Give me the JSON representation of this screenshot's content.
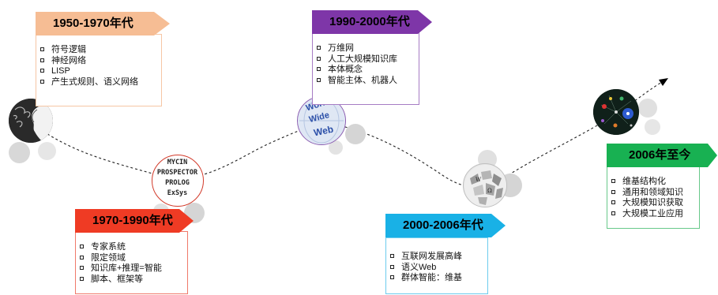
{
  "eras": [
    {
      "heading": "1950-1970年代",
      "color": "#f6bd94",
      "items": [
        "符号逻辑",
        "神经网络",
        "LISP",
        "产生式规则、语义网络"
      ]
    },
    {
      "heading": "1970-1990年代",
      "color": "#ef3b24",
      "items": [
        "专家系统",
        "限定领域",
        "知识库+推理=智能",
        "脚本、框架等"
      ]
    },
    {
      "heading": "1990-2000年代",
      "color": "#7e36a8",
      "items": [
        "万维网",
        "人工大规模知识库",
        "本体概念",
        "智能主体、机器人"
      ]
    },
    {
      "heading": "2000-2006年代",
      "color": "#19b1e6",
      "items": [
        "互联网发展高峰",
        "语义Web",
        "群体智能：维基"
      ]
    },
    {
      "heading": "2006年至今",
      "color": "#18b152",
      "items": [
        "维基结构化",
        "通用和领域知识",
        "大规模知识获取",
        "大规模工业应用"
      ]
    }
  ],
  "nodes": {
    "expert_systems": [
      "MYCIN",
      "PROSPECTOR",
      "PROLOG",
      "ExSys"
    ],
    "www_words": [
      "World",
      "Wide",
      "Web"
    ]
  },
  "icons": [
    "brain-silhouette-icon",
    "www-globe-icon",
    "wikipedia-globe-icon",
    "network-graph-icon",
    "arrow-head-icon"
  ]
}
